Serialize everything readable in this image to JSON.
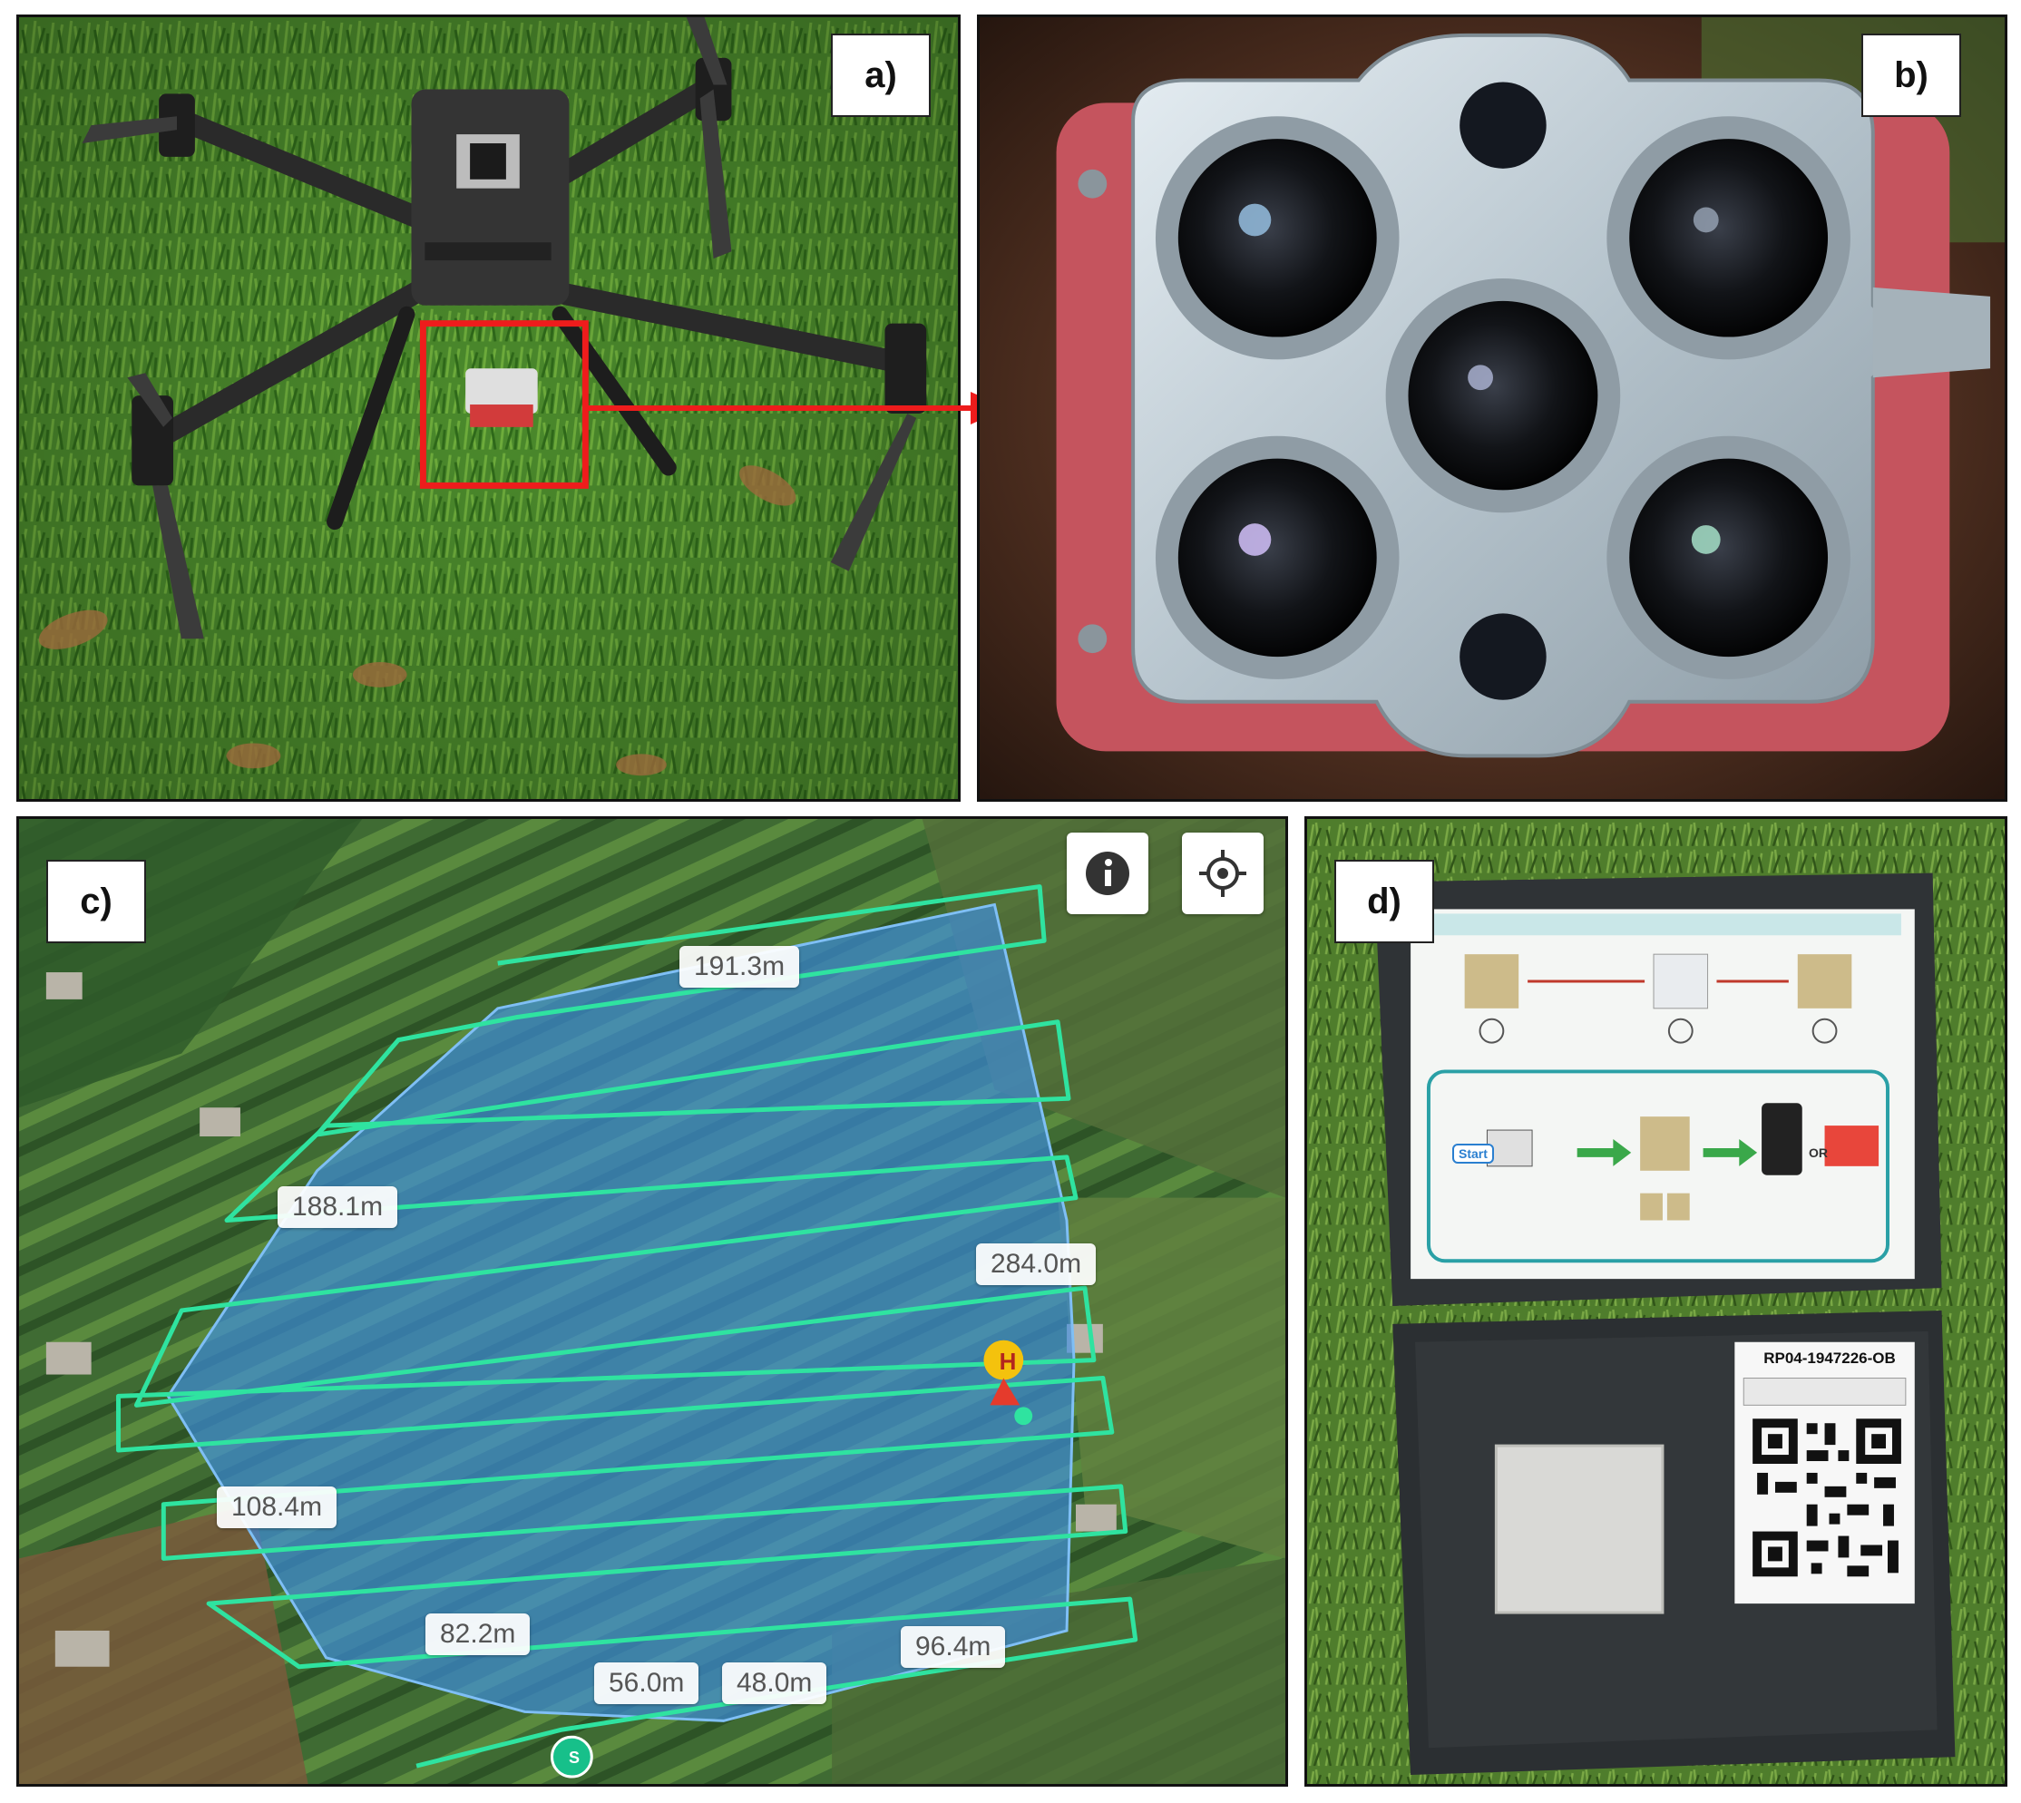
{
  "panels": {
    "a": {
      "label": "a)"
    },
    "b": {
      "label": "b)"
    },
    "c": {
      "label": "c)",
      "distances": [
        "191.3m",
        "188.1m",
        "284.0m",
        "108.4m",
        "82.2m",
        "56.0m",
        "48.0m",
        "96.4m"
      ],
      "home_marker": "H",
      "start_marker": "S"
    },
    "d": {
      "label": "d)",
      "panel_serial": "RP04-1947226-OB",
      "card_button": "Start",
      "card_or": "OR"
    }
  },
  "colors": {
    "flight_path": "#2fe3a0",
    "survey_area": "#3d8fe6",
    "highlight_box": "#ee1c1c",
    "grass": "#4a8a2a"
  },
  "icons": [
    "info-icon",
    "locate-icon",
    "home-marker-icon",
    "start-marker-icon",
    "qr-code-icon",
    "arrow-right-icon"
  ]
}
